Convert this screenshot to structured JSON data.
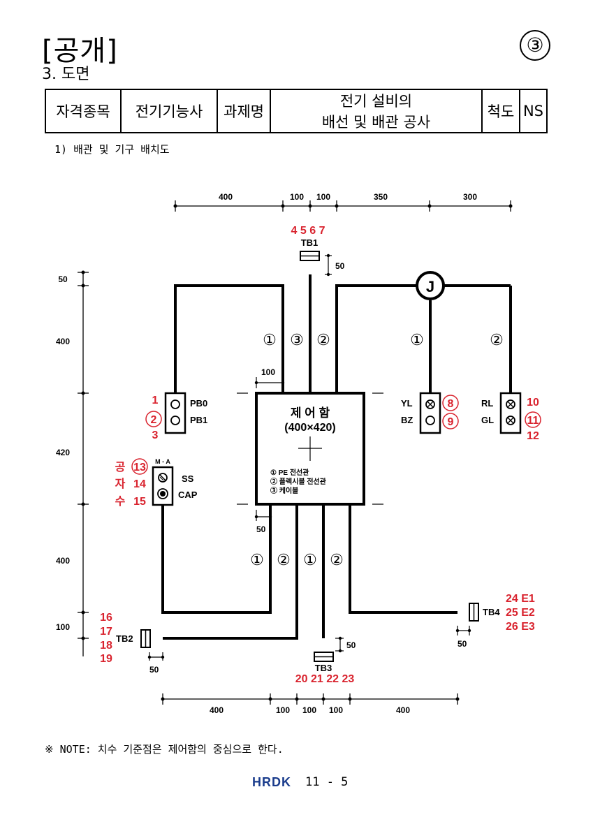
{
  "header": {
    "title": "[공개]",
    "sheet_number": "③",
    "section": "3. 도면"
  },
  "info_table": {
    "qual_label": "자격종목",
    "qual_value": "전기기능사",
    "task_label": "과제명",
    "task_line1": "전기 설비의",
    "task_line2": "배선 및 배관 공사",
    "scale_label": "척도",
    "scale_value": "NS"
  },
  "subtitle": "1) 배관 및 기구 배치도",
  "drawing": {
    "dims_top": [
      "400",
      "100",
      "100",
      "350",
      "300"
    ],
    "dims_bottom": [
      "400",
      "100",
      "100",
      "100",
      "400"
    ],
    "dims_left": [
      "50",
      "400",
      "420",
      "400",
      "100"
    ],
    "offset_100": "100",
    "offset_50_tb1": "50",
    "offset_50_box": "50",
    "offset_50_tb2": "50",
    "offset_50_tb3": "50",
    "offset_50_tb4": "50",
    "junction": "J",
    "control_box": {
      "title": "제 어 함",
      "size": "(400×420)",
      "legend": [
        "① PE 전선관",
        "② 플렉시블 전선관",
        "③ 케이블"
      ]
    },
    "conduit_marks_top": [
      "①",
      "③",
      "②"
    ],
    "conduit_mark_yl": "①",
    "conduit_mark_rl": "②",
    "conduit_marks_bottom": [
      "①",
      "②",
      "①",
      "②"
    ],
    "tb1": {
      "label": "TB1",
      "terminals": "4 5 6 7"
    },
    "tb2": {
      "label": "TB2",
      "terminals": [
        "16",
        "17",
        "18",
        "19"
      ]
    },
    "tb3": {
      "label": "TB3",
      "terminals": "20 21 22 23"
    },
    "tb4": {
      "label": "TB4",
      "terminals": [
        "24 E1",
        "25 E2",
        "26 E3"
      ]
    },
    "pb": {
      "label_top": "PB0",
      "label_bottom": "PB1",
      "nums": [
        "1",
        "2",
        "3"
      ]
    },
    "ss": {
      "mode": "M - A",
      "label_top": "SS",
      "label_bottom": "CAP",
      "nums_left": [
        "공",
        "자",
        "수"
      ],
      "nums": [
        "13",
        "14",
        "15"
      ]
    },
    "yl": {
      "label_top": "YL",
      "label_bottom": "BZ",
      "nums": [
        "8",
        "9"
      ]
    },
    "rl": {
      "label_top": "RL",
      "label_bottom": "GL",
      "nums": [
        "10",
        "11",
        "12"
      ]
    }
  },
  "note": "※ NOTE: 치수 기준점은 제어함의 중심으로 한다.",
  "footer": {
    "logo": "HRDK",
    "page": "11 - 5"
  },
  "colors": {
    "annotation_red": "#d9232e",
    "logo_blue": "#1a3c8c"
  }
}
